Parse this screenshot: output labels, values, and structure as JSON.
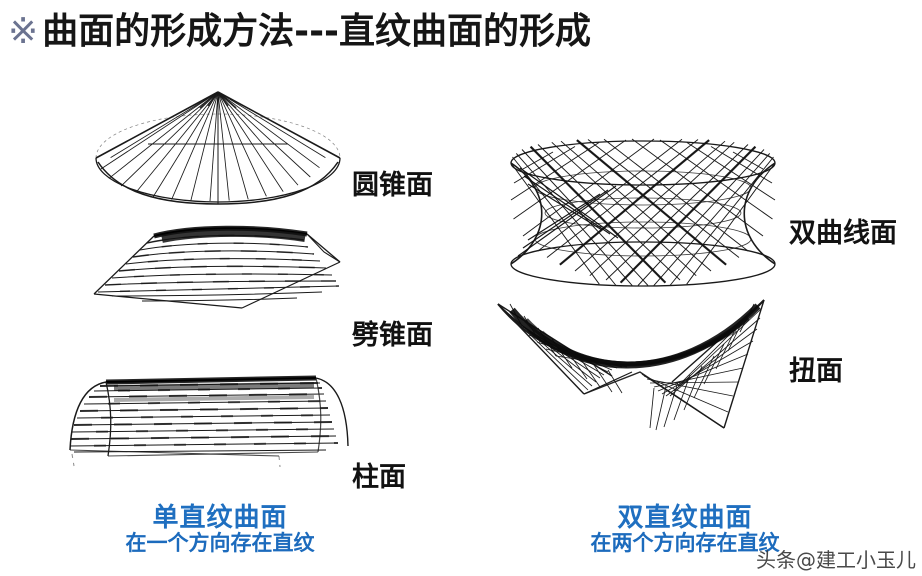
{
  "title": {
    "mark": "※",
    "text": "曲面的形成方法---直纹曲面的形成"
  },
  "figures": {
    "cone": {
      "label": "圆锥面",
      "name": "cone-surface"
    },
    "wedge_cone": {
      "label": "劈锥面",
      "name": "wedge-cone-surface"
    },
    "cylinder": {
      "label": "柱面",
      "name": "cylindrical-surface"
    },
    "hyperboloid": {
      "label": "双曲线面",
      "name": "hyperboloid-surface"
    },
    "twisted": {
      "label": "扭面",
      "name": "twisted-surface"
    }
  },
  "captions": {
    "left": {
      "main": "单直纹曲面",
      "sub": "在一个方向存在直纹"
    },
    "right": {
      "main": "双直纹曲面",
      "sub": "在两个方向存在直纹"
    }
  },
  "watermark": "头条@建工小玉儿",
  "colors": {
    "background": "#ffffff",
    "title_text": "#161616",
    "title_mark": "#6b7390",
    "label_text": "#121212",
    "caption_blue": "#1f6fc0",
    "line_ink": "#1a1a1a"
  }
}
